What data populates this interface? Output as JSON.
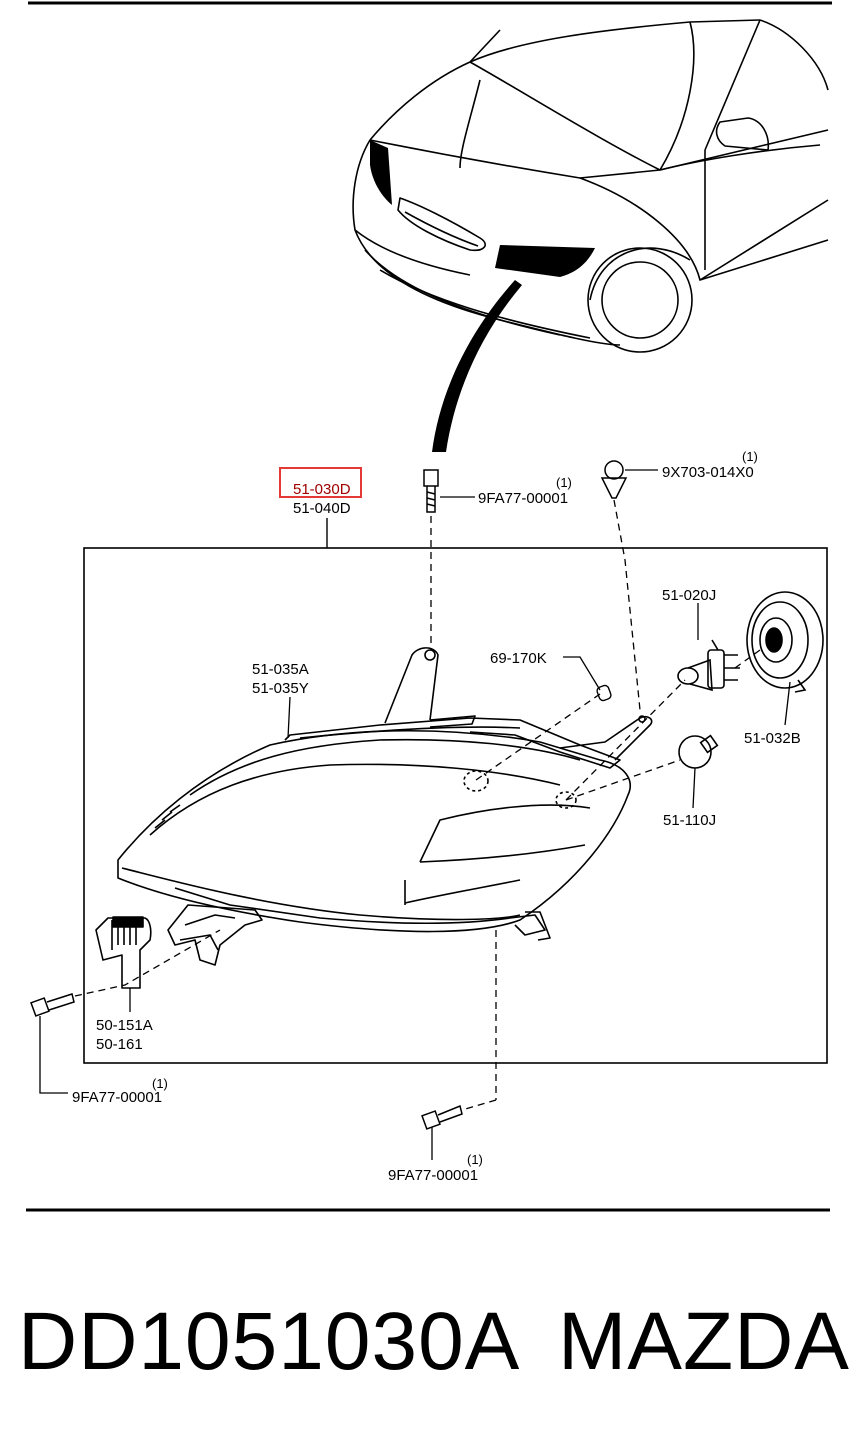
{
  "callouts": {
    "housing_left_a": "51-030D",
    "housing_right_a": "51-040D",
    "lens_a": "51-035A",
    "lens_b": "51-035Y",
    "bolt_top": "9FA77-00001",
    "bolt_top_qty": "(1)",
    "clip": "9X703-014X0",
    "clip_qty": "(1)",
    "bulb_h4": "51-020J",
    "side_bulb": "69-170K",
    "dust_cap": "51-032B",
    "turn_bulb": "51-110J",
    "actuator_a": "50-151A",
    "actuator_b": "50-161",
    "bolt_left": "9FA77-00001",
    "bolt_left_qty": "(1)",
    "bolt_bottom": "9FA77-00001",
    "bolt_bottom_qty": "(1)"
  },
  "highlight_color": "#e53935",
  "footer": {
    "part_number": "DD1051030A",
    "brand": "MAZDA"
  }
}
